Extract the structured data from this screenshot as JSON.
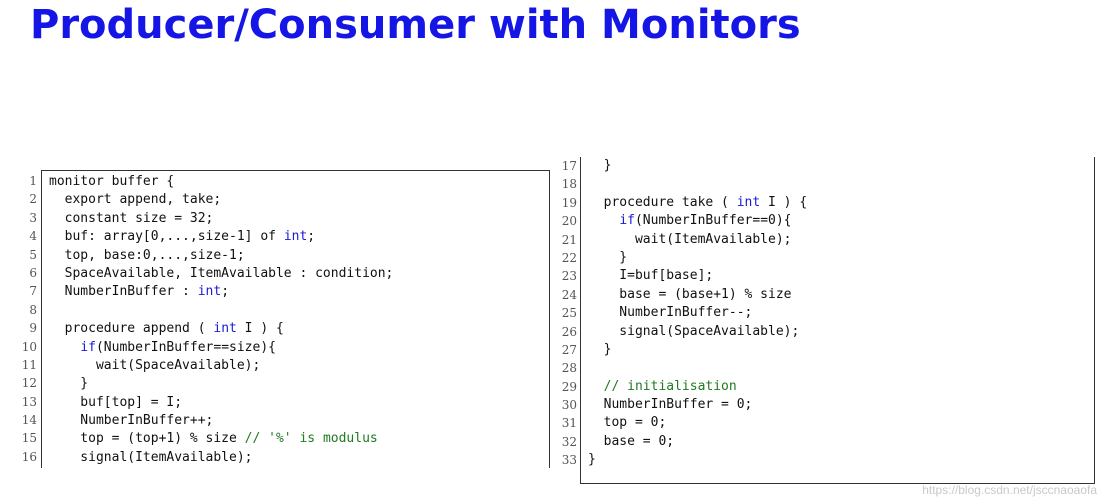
{
  "title": "Producer/Consumer with Monitors",
  "listing_left": {
    "lines": [
      {
        "n": "1",
        "parts": [
          {
            "t": "monitor buffer {",
            "c": ""
          }
        ]
      },
      {
        "n": "2",
        "parts": [
          {
            "t": "  export append, take;",
            "c": ""
          }
        ]
      },
      {
        "n": "3",
        "parts": [
          {
            "t": "  constant size = 32;",
            "c": ""
          }
        ]
      },
      {
        "n": "4",
        "parts": [
          {
            "t": "  buf: array[0,...,size-1] of ",
            "c": ""
          },
          {
            "t": "int",
            "c": "kw"
          },
          {
            "t": ";",
            "c": ""
          }
        ]
      },
      {
        "n": "5",
        "parts": [
          {
            "t": "  top, base:0,...,size-1;",
            "c": ""
          }
        ]
      },
      {
        "n": "6",
        "parts": [
          {
            "t": "  SpaceAvailable, ItemAvailable : condition;",
            "c": ""
          }
        ]
      },
      {
        "n": "7",
        "parts": [
          {
            "t": "  NumberInBuffer : ",
            "c": ""
          },
          {
            "t": "int",
            "c": "kw"
          },
          {
            "t": ";",
            "c": ""
          }
        ]
      },
      {
        "n": "8",
        "parts": [
          {
            "t": "",
            "c": ""
          }
        ]
      },
      {
        "n": "9",
        "parts": [
          {
            "t": "  procedure append ( ",
            "c": ""
          },
          {
            "t": "int",
            "c": "kw"
          },
          {
            "t": " I ) {",
            "c": ""
          }
        ]
      },
      {
        "n": "10",
        "parts": [
          {
            "t": "    ",
            "c": ""
          },
          {
            "t": "if",
            "c": "kw"
          },
          {
            "t": "(NumberInBuffer==size){",
            "c": ""
          }
        ]
      },
      {
        "n": "11",
        "parts": [
          {
            "t": "      wait(SpaceAvailable);",
            "c": ""
          }
        ]
      },
      {
        "n": "12",
        "parts": [
          {
            "t": "    }",
            "c": ""
          }
        ]
      },
      {
        "n": "13",
        "parts": [
          {
            "t": "    buf[top] = I;",
            "c": ""
          }
        ]
      },
      {
        "n": "14",
        "parts": [
          {
            "t": "    NumberInBuffer++;",
            "c": ""
          }
        ]
      },
      {
        "n": "15",
        "parts": [
          {
            "t": "    top = (top+1) % size ",
            "c": ""
          },
          {
            "t": "// '%' is modulus",
            "c": "cm"
          }
        ]
      },
      {
        "n": "16",
        "parts": [
          {
            "t": "    signal(ItemAvailable);",
            "c": ""
          }
        ]
      }
    ]
  },
  "listing_right": {
    "lines": [
      {
        "n": "17",
        "parts": [
          {
            "t": "  }",
            "c": ""
          }
        ]
      },
      {
        "n": "18",
        "parts": [
          {
            "t": "",
            "c": ""
          }
        ]
      },
      {
        "n": "19",
        "parts": [
          {
            "t": "  procedure take ( ",
            "c": ""
          },
          {
            "t": "int",
            "c": "kw"
          },
          {
            "t": " I ) {",
            "c": ""
          }
        ]
      },
      {
        "n": "20",
        "parts": [
          {
            "t": "    ",
            "c": ""
          },
          {
            "t": "if",
            "c": "kw"
          },
          {
            "t": "(NumberInBuffer==0){",
            "c": ""
          }
        ]
      },
      {
        "n": "21",
        "parts": [
          {
            "t": "      wait(ItemAvailable);",
            "c": ""
          }
        ]
      },
      {
        "n": "22",
        "parts": [
          {
            "t": "    }",
            "c": ""
          }
        ]
      },
      {
        "n": "23",
        "parts": [
          {
            "t": "    I=buf[base];",
            "c": ""
          }
        ]
      },
      {
        "n": "24",
        "parts": [
          {
            "t": "    base = (base+1) % size",
            "c": ""
          }
        ]
      },
      {
        "n": "25",
        "parts": [
          {
            "t": "    NumberInBuffer--;",
            "c": ""
          }
        ]
      },
      {
        "n": "26",
        "parts": [
          {
            "t": "    signal(SpaceAvailable);",
            "c": ""
          }
        ]
      },
      {
        "n": "27",
        "parts": [
          {
            "t": "  }",
            "c": ""
          }
        ]
      },
      {
        "n": "28",
        "parts": [
          {
            "t": "",
            "c": ""
          }
        ]
      },
      {
        "n": "29",
        "parts": [
          {
            "t": "  ",
            "c": ""
          },
          {
            "t": "// initialisation",
            "c": "cm"
          }
        ]
      },
      {
        "n": "30",
        "parts": [
          {
            "t": "  NumberInBuffer = 0;",
            "c": ""
          }
        ]
      },
      {
        "n": "31",
        "parts": [
          {
            "t": "  top = 0;",
            "c": ""
          }
        ]
      },
      {
        "n": "32",
        "parts": [
          {
            "t": "  base = 0;",
            "c": ""
          }
        ]
      },
      {
        "n": "33",
        "parts": [
          {
            "t": "}",
            "c": ""
          }
        ]
      }
    ]
  },
  "watermark": "https://blog.csdn.net/jsccnaoaofa"
}
